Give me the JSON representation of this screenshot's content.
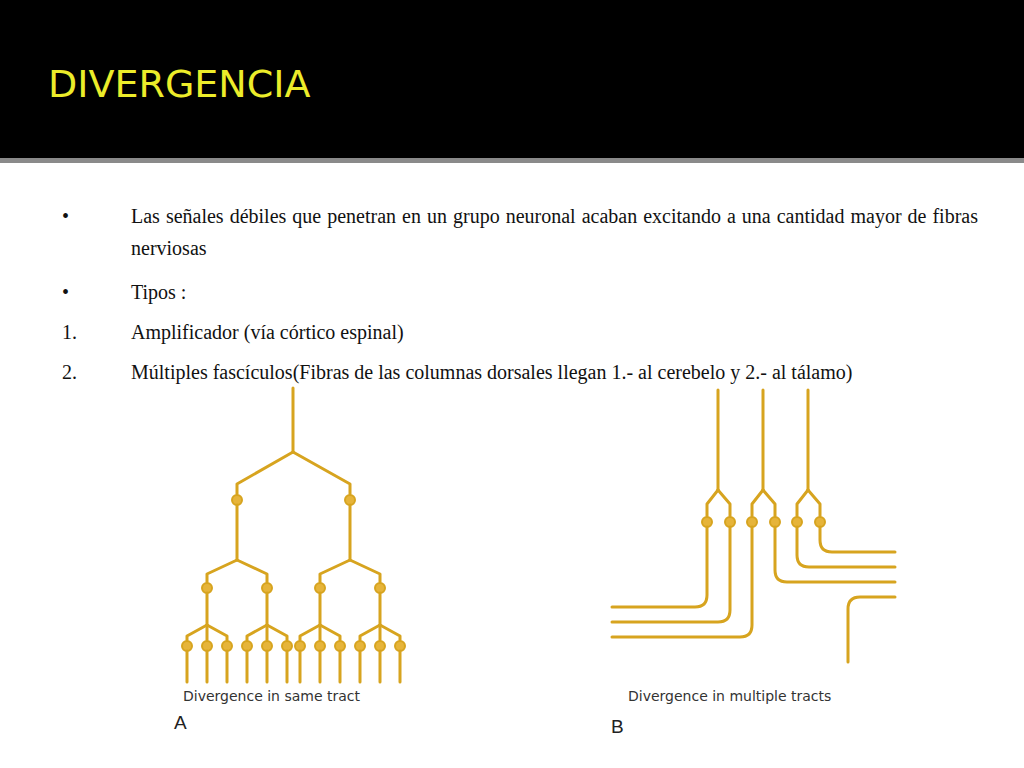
{
  "diagram": {
    "title": "DIVERGENCIA",
    "labels": [
      "•",
      "Las señales débiles que penetran en un grupo neuronal acaban excitando a una cantidad mayor de fibras nerviosas",
      "•",
      "Tipos :",
      "1.",
      "Amplificador (vía córtico espinal)",
      "2.",
      "Múltiples fascículos(Fibras de las columnas dorsales llegan 1.- al cerebelo y 2.- al tálamo)",
      "Divergence in same tract",
      "A",
      "Divergence in multiple tracts",
      "B"
    ]
  }
}
